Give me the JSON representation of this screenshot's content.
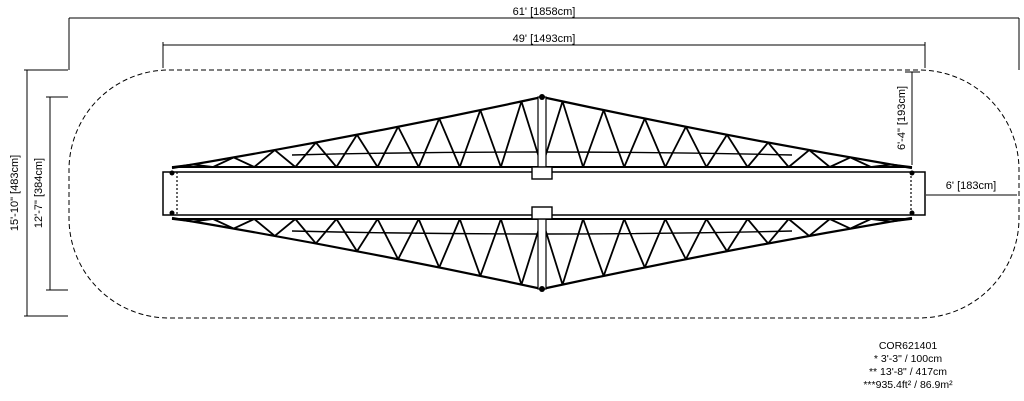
{
  "dimensions": {
    "overall_length": "61' [1858cm]",
    "frame_length": "49' [1493cm]",
    "overall_width": "15'-10\" [483cm]",
    "frame_width": "12'-7\" [384cm]",
    "truss_height": "6'-4\" [193cm]",
    "beam_width": "6' [183cm]"
  },
  "notes": {
    "model": "COR621401",
    "note1": "* 3'-3\" / 100cm",
    "note2": "** 13'-8\" / 417cm",
    "note3": "***935.4ft² / 86.9m²"
  }
}
